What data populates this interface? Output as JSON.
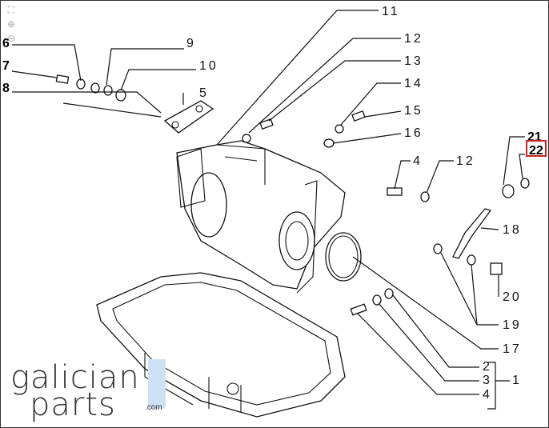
{
  "toolbar": {
    "fit_icon": "fit-to-screen-icon",
    "zoom_in_icon": "zoom-in-icon",
    "zoom_out_icon": "zoom-out-icon"
  },
  "callouts": {
    "c6": "6",
    "c7": "7",
    "c8": "8",
    "c9": "9",
    "c10": "10",
    "c5": "5",
    "c11": "11",
    "c12a": "12",
    "c13": "13",
    "c14": "14",
    "c15": "15",
    "c16": "16",
    "c4a": "4",
    "c12b": "12",
    "c21": "21",
    "c22": "22",
    "c18": "18",
    "c20": "20",
    "c19": "19",
    "c17": "17",
    "c2": "2",
    "c3": "3",
    "c1": "1",
    "c4b": "4"
  },
  "highlight_color": "#cc2222",
  "logo": {
    "line1": "galician",
    "line2": "parts",
    "suffix": ".com",
    "accent": "#cfe2f5"
  }
}
